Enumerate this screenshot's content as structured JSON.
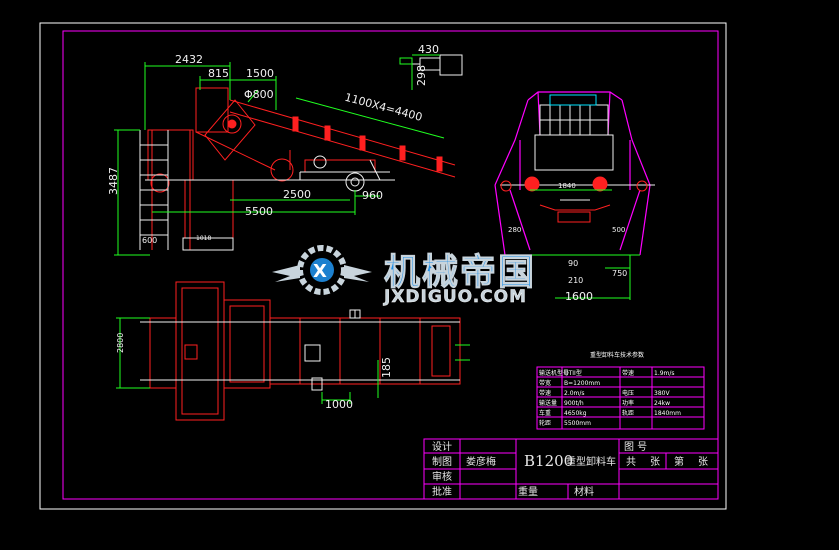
{
  "colors": {
    "background": "#000000",
    "sheet_frame": "#ffffff",
    "drawing_frame": "#ff00ff",
    "structure_red": "#ff2020",
    "dimension_green": "#20ff20",
    "outline_white": "#f0f0f0",
    "magenta": "#ff00ff",
    "cyan": "#00e5ff",
    "watermark_blue": "#1f8ee6",
    "watermark_silver": "#c8d4dc"
  },
  "side_view": {
    "dims": {
      "overall_top": "2432",
      "offset_815": "815",
      "offset_1500": "1500",
      "pulley_dia": "Φ800",
      "belt_span": "1100X4=4400",
      "wheel_base": "2500",
      "overall_length": "5500",
      "tail_offset": "960",
      "height": "3487",
      "bottom_left": "600",
      "bottom_mid": "1018"
    }
  },
  "detail": {
    "width": "430",
    "height": "298"
  },
  "end_view": {
    "dims": {
      "center": "1840",
      "left_small": "280",
      "right_small": "500",
      "r1": "90",
      "r2": "750",
      "r3": "210",
      "bottom": "1600"
    }
  },
  "plan_view": {
    "dims": {
      "width": "2800",
      "pitch": "1000",
      "side": "185"
    }
  },
  "watermark": {
    "title_cn": "机械帝国",
    "url": "JXDIGUO.COM"
  },
  "spec_table": {
    "title": "重型卸料车技术参数",
    "rows": [
      [
        "输送机型号",
        "DTII型",
        "带速",
        "1.9m/s"
      ],
      [
        "带宽",
        "B=1200mm",
        "",
        ""
      ],
      [
        "带速",
        "2.0m/s",
        "电压",
        "380V"
      ],
      [
        "输送量",
        "900t/h",
        "功率",
        "24kw"
      ],
      [
        "车重",
        "4650kg",
        "轨距",
        "1840mm"
      ],
      [
        "轮距",
        "5500mm",
        "",
        ""
      ]
    ]
  },
  "title_block": {
    "design_label": "设计",
    "draft_label": "制图",
    "draft_name": "娄彦梅",
    "review_label": "审核",
    "approve_label": "批准",
    "drawing_title_code": "B1200",
    "drawing_title_cn": "重型卸料车",
    "drawing_no_label": "图 号",
    "sheet_total_label": "共",
    "sheet_unit_1": "张",
    "sheet_no_label": "第",
    "sheet_unit_2": "张",
    "weight_label": "重量",
    "material_label": "材料"
  }
}
